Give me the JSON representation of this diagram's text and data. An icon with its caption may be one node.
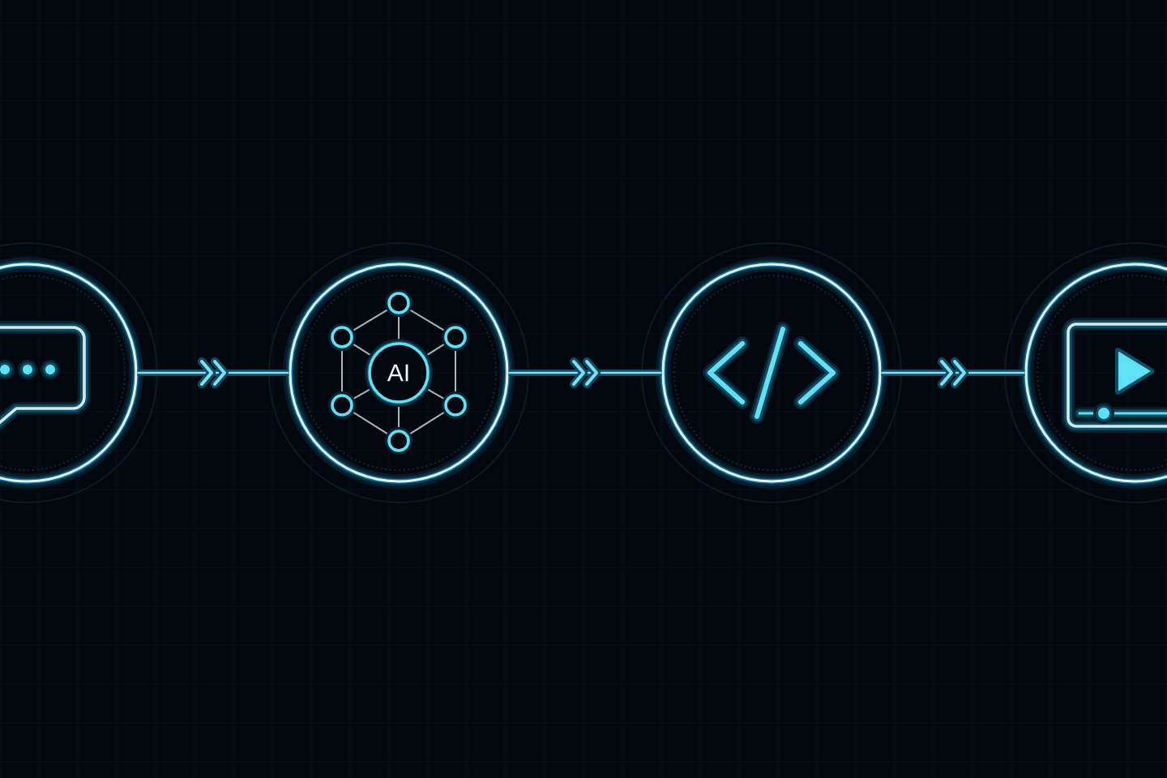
{
  "diagram": {
    "nodes": [
      {
        "text": [],
        "shape": "circle"
      },
      {
        "text": [],
        "shape": "circle"
      },
      {
        "text": [
          "AI"
        ],
        "in": 1
      },
      {
        "text": [],
        "shape": "circle"
      },
      {
        "text": [],
        "shape": "circle"
      }
    ],
    "edges": [
      {
        "from": 0,
        "to": 1,
        "arrow": "to"
      },
      {
        "from": 1,
        "to": 3,
        "arrow": "to"
      },
      {
        "from": 3,
        "to": 4,
        "arrow": "to"
      }
    ]
  }
}
